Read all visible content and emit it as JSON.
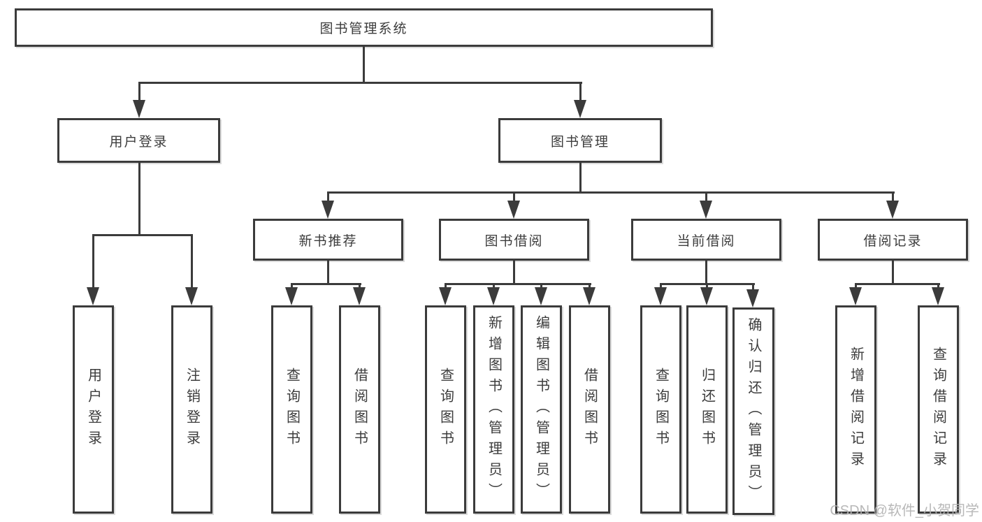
{
  "diagram": {
    "root": "图书管理系统",
    "user_login": {
      "label": "用户登录",
      "children": [
        "用户登录",
        "注销登录"
      ]
    },
    "book_management": {
      "label": "图书管理",
      "sections": [
        {
          "label": "新书推荐",
          "children": [
            "查询图书",
            "借阅图书"
          ]
        },
        {
          "label": "图书借阅",
          "children": [
            "查询图书",
            "新增图书（管理员）",
            "编辑图书（管理员）",
            "借阅图书"
          ]
        },
        {
          "label": "当前借阅",
          "children": [
            "查询图书",
            "归还图书",
            "确认归还（管理员）"
          ]
        },
        {
          "label": "借阅记录",
          "children": [
            "新增借阅记录",
            "查询借阅记录"
          ]
        }
      ]
    }
  },
  "watermark": "CSDN @软件_小贺同学",
  "colors": {
    "line": "#3b3b3b",
    "text": "#3c3c3c",
    "watermark": "#b3b3b3",
    "background": "#ffffff"
  }
}
